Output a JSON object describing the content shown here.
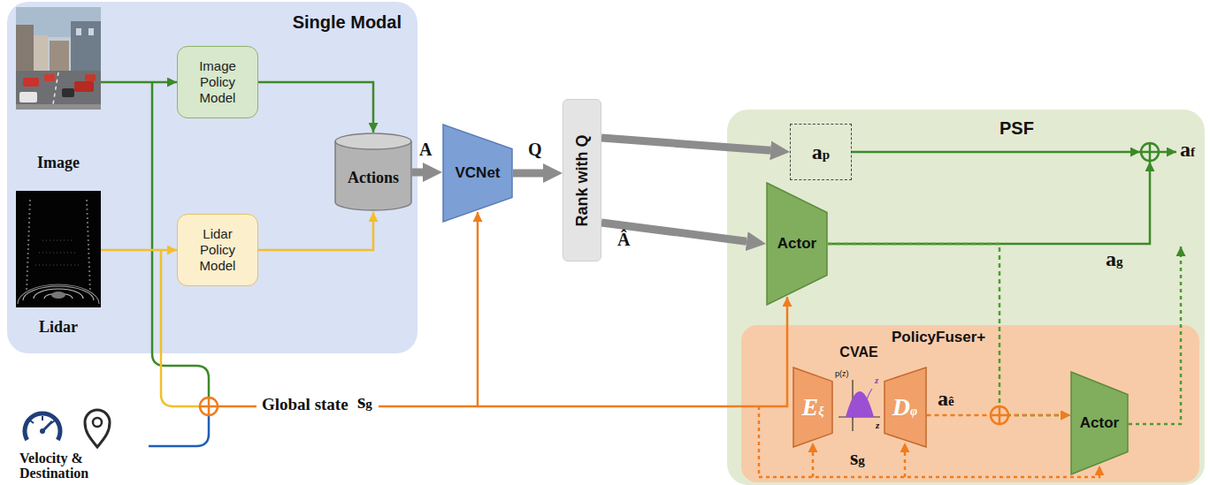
{
  "diagram": {
    "nodes": [
      {
        "text": [
          "Single Modal"
        ]
      },
      {
        "text": [
          "Image"
        ],
        "in": 0
      },
      {
        "text": [
          "Lidar"
        ],
        "in": 0
      },
      {
        "text": [
          "Image Policy Model"
        ],
        "in": 0
      },
      {
        "text": [
          "Lidar Policy Model"
        ],
        "in": 0
      },
      {
        "text": [
          "Actions"
        ],
        "in": 0
      },
      {
        "text": [
          "Velocity & Destination"
        ]
      },
      {
        "text": [
          "VCNet"
        ]
      },
      {
        "text": [
          "Rank with Q"
        ]
      },
      {
        "text": [
          "PSF"
        ]
      },
      {
        "text": [
          "ap"
        ],
        "in": 9
      },
      {
        "text": [
          "Actor"
        ],
        "in": 9
      },
      {
        "text": [
          "PolicyFuser+"
        ],
        "in": 9
      },
      {
        "text": [
          "Eξ"
        ],
        "in": 12
      },
      {
        "text": [
          "Dφ"
        ],
        "in": 12
      },
      {
        "text": [
          "Actor"
        ],
        "in": 12
      }
    ],
    "edges": [
      {
        "from": 1,
        "to": 3,
        "arrow": "to"
      },
      {
        "from": 2,
        "to": 4,
        "arrow": "to"
      },
      {
        "from": 3,
        "to": 5,
        "arrow": "to"
      },
      {
        "from": 4,
        "to": 5,
        "arrow": "to"
      },
      {
        "from": 5,
        "to": 7,
        "label": "A",
        "arrow": "to"
      },
      {
        "from": 7,
        "to": 8,
        "label": "Q",
        "arrow": "to"
      },
      {
        "from": 8,
        "to": 10,
        "arrow": "to"
      },
      {
        "from": 8,
        "to": 11,
        "label": "Â",
        "arrow": "to"
      },
      {
        "from": 11,
        "to": 15,
        "arrow": "to"
      },
      {
        "from": 14,
        "to": 15,
        "label": "aê",
        "arrow": "to"
      }
    ],
    "labels": [
      "Global state",
      "sg",
      "CVAE",
      "p(z)",
      "z",
      "z",
      "ag",
      "sg",
      "af"
    ]
  }
}
